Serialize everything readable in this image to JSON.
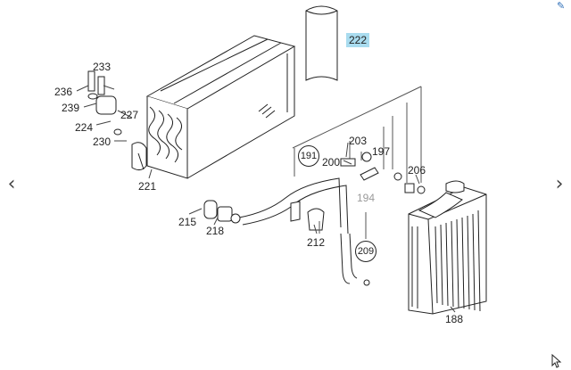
{
  "diagram": {
    "highlight_color": "#a9dcef",
    "parts": [
      {
        "id": "222",
        "label": "222",
        "highlighted": true
      },
      {
        "id": "233",
        "label": "233"
      },
      {
        "id": "236",
        "label": "236"
      },
      {
        "id": "239",
        "label": "239"
      },
      {
        "id": "227",
        "label": "227"
      },
      {
        "id": "224",
        "label": "224"
      },
      {
        "id": "230",
        "label": "230"
      },
      {
        "id": "221",
        "label": "221"
      },
      {
        "id": "215",
        "label": "215"
      },
      {
        "id": "218",
        "label": "218"
      },
      {
        "id": "212",
        "label": "212"
      },
      {
        "id": "203",
        "label": "203"
      },
      {
        "id": "200",
        "label": "200"
      },
      {
        "id": "197",
        "label": "197"
      },
      {
        "id": "194",
        "label": "194"
      },
      {
        "id": "206",
        "label": "206"
      },
      {
        "id": "188",
        "label": "188"
      },
      {
        "id": "191",
        "label": "191",
        "circled": true
      },
      {
        "id": "209",
        "label": "209",
        "circled": true
      }
    ]
  },
  "nav": {
    "prev_icon": "‹",
    "next_icon": "›"
  },
  "icons": {
    "edit": "✎"
  }
}
